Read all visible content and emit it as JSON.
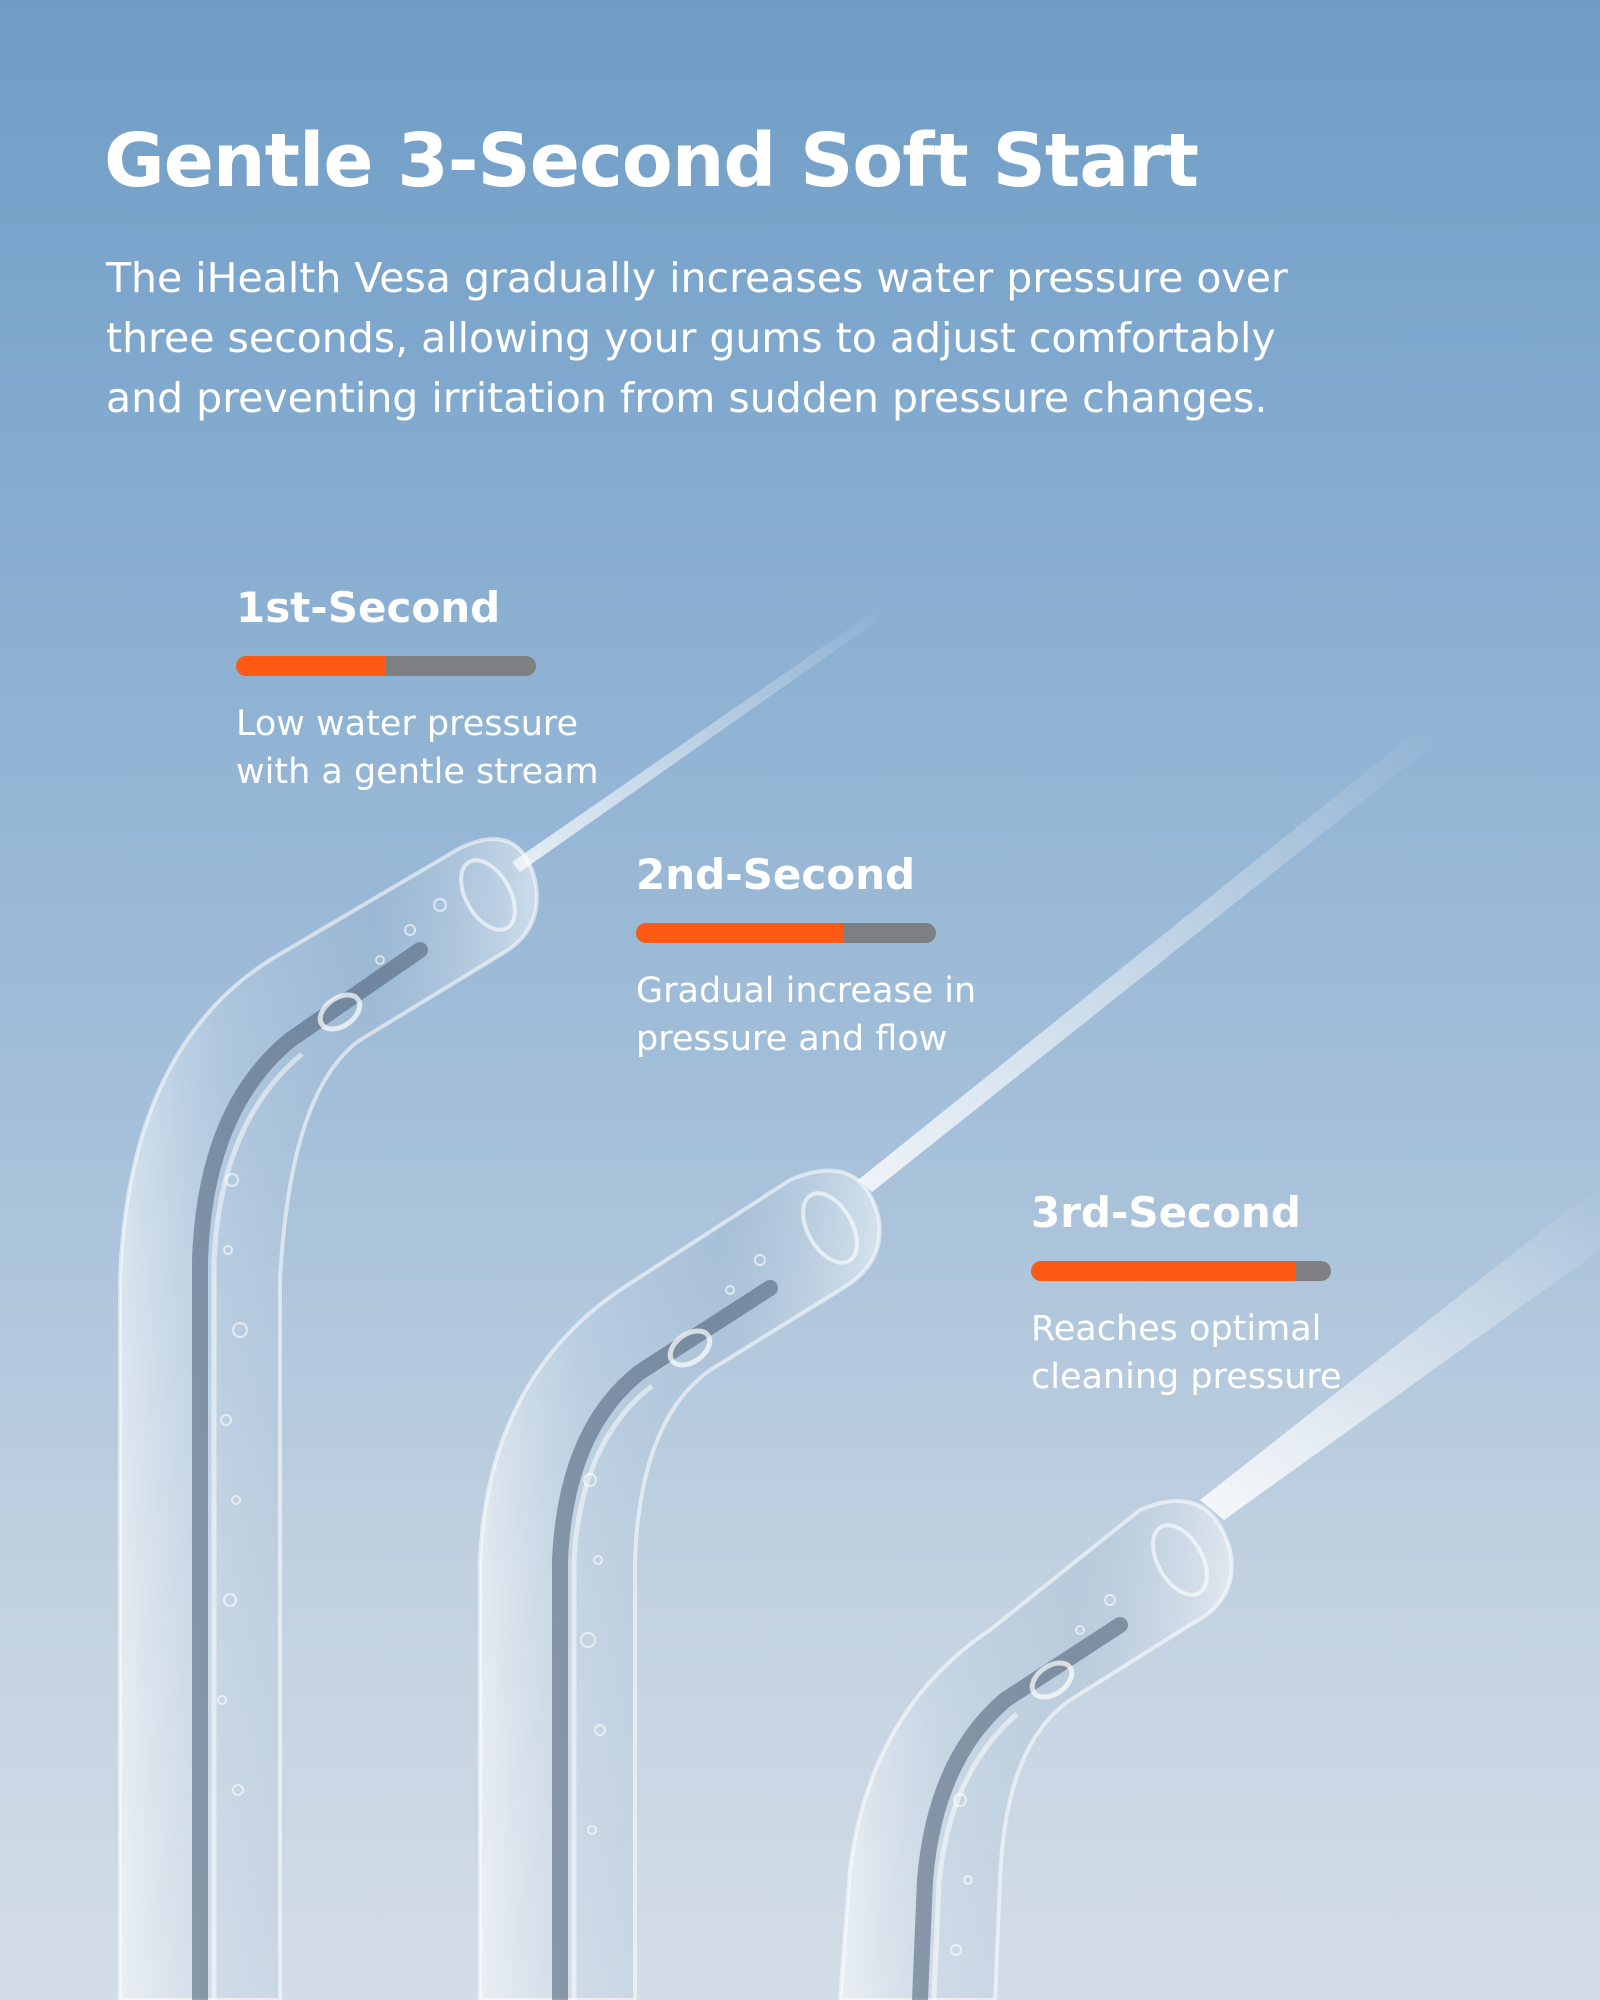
{
  "headline": "Gentle 3-Second Soft Start",
  "intro_lines": [
    "The iHealth Vesa gradually increases water pressure over",
    "three seconds, allowing your gums to adjust comfortably",
    "and preventing irritation from sudden pressure changes."
  ],
  "colors": {
    "accent": "#ff5a14",
    "track": "#7d7f83",
    "text": "#ffffff"
  },
  "stages": [
    {
      "title": "1st-Second",
      "level": 0.5,
      "desc_lines": [
        "Low water pressure",
        "with a gentle stream"
      ]
    },
    {
      "title": "2nd-Second",
      "level": 0.69,
      "desc_lines": [
        "Gradual increase in",
        "pressure and flow"
      ]
    },
    {
      "title": "3rd-Second",
      "level": 0.88,
      "desc_lines": [
        "Reaches optimal",
        "cleaning pressure"
      ]
    }
  ]
}
